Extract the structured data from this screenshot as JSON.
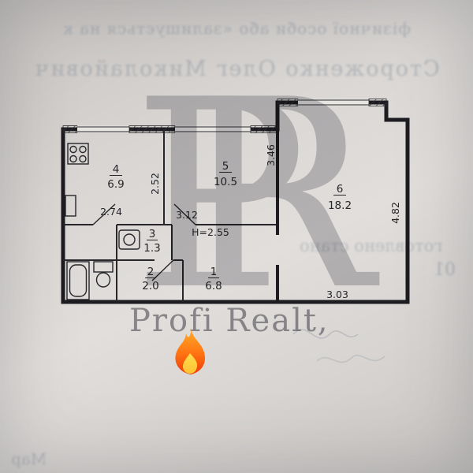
{
  "plan": {
    "rooms": [
      {
        "number": "1",
        "area": "6.8"
      },
      {
        "number": "2",
        "area": "2.0"
      },
      {
        "number": "3",
        "area": "1.3"
      },
      {
        "number": "4",
        "area": "6.9"
      },
      {
        "number": "5",
        "area": "10.5"
      },
      {
        "number": "6",
        "area": "18.2"
      }
    ],
    "dimensions": {
      "left_vertical": "2.52",
      "kitchen_width": "2.74",
      "room5_width": "3.12",
      "room5_vertical": "3.46",
      "room6_vertical": "4.82",
      "room6_width": "3.03"
    },
    "ceiling_height": "H=2.55"
  },
  "watermark": {
    "monogram": "PR",
    "brand": "Profi Realt,"
  },
  "bleedthrough": {
    "top_line": "фізичної особи або «залишується на к",
    "name_line": "Стороженко Олег Миколайович",
    "right_line": "готовлено стано",
    "right_number": "01",
    "bottom_left": "Мар"
  }
}
